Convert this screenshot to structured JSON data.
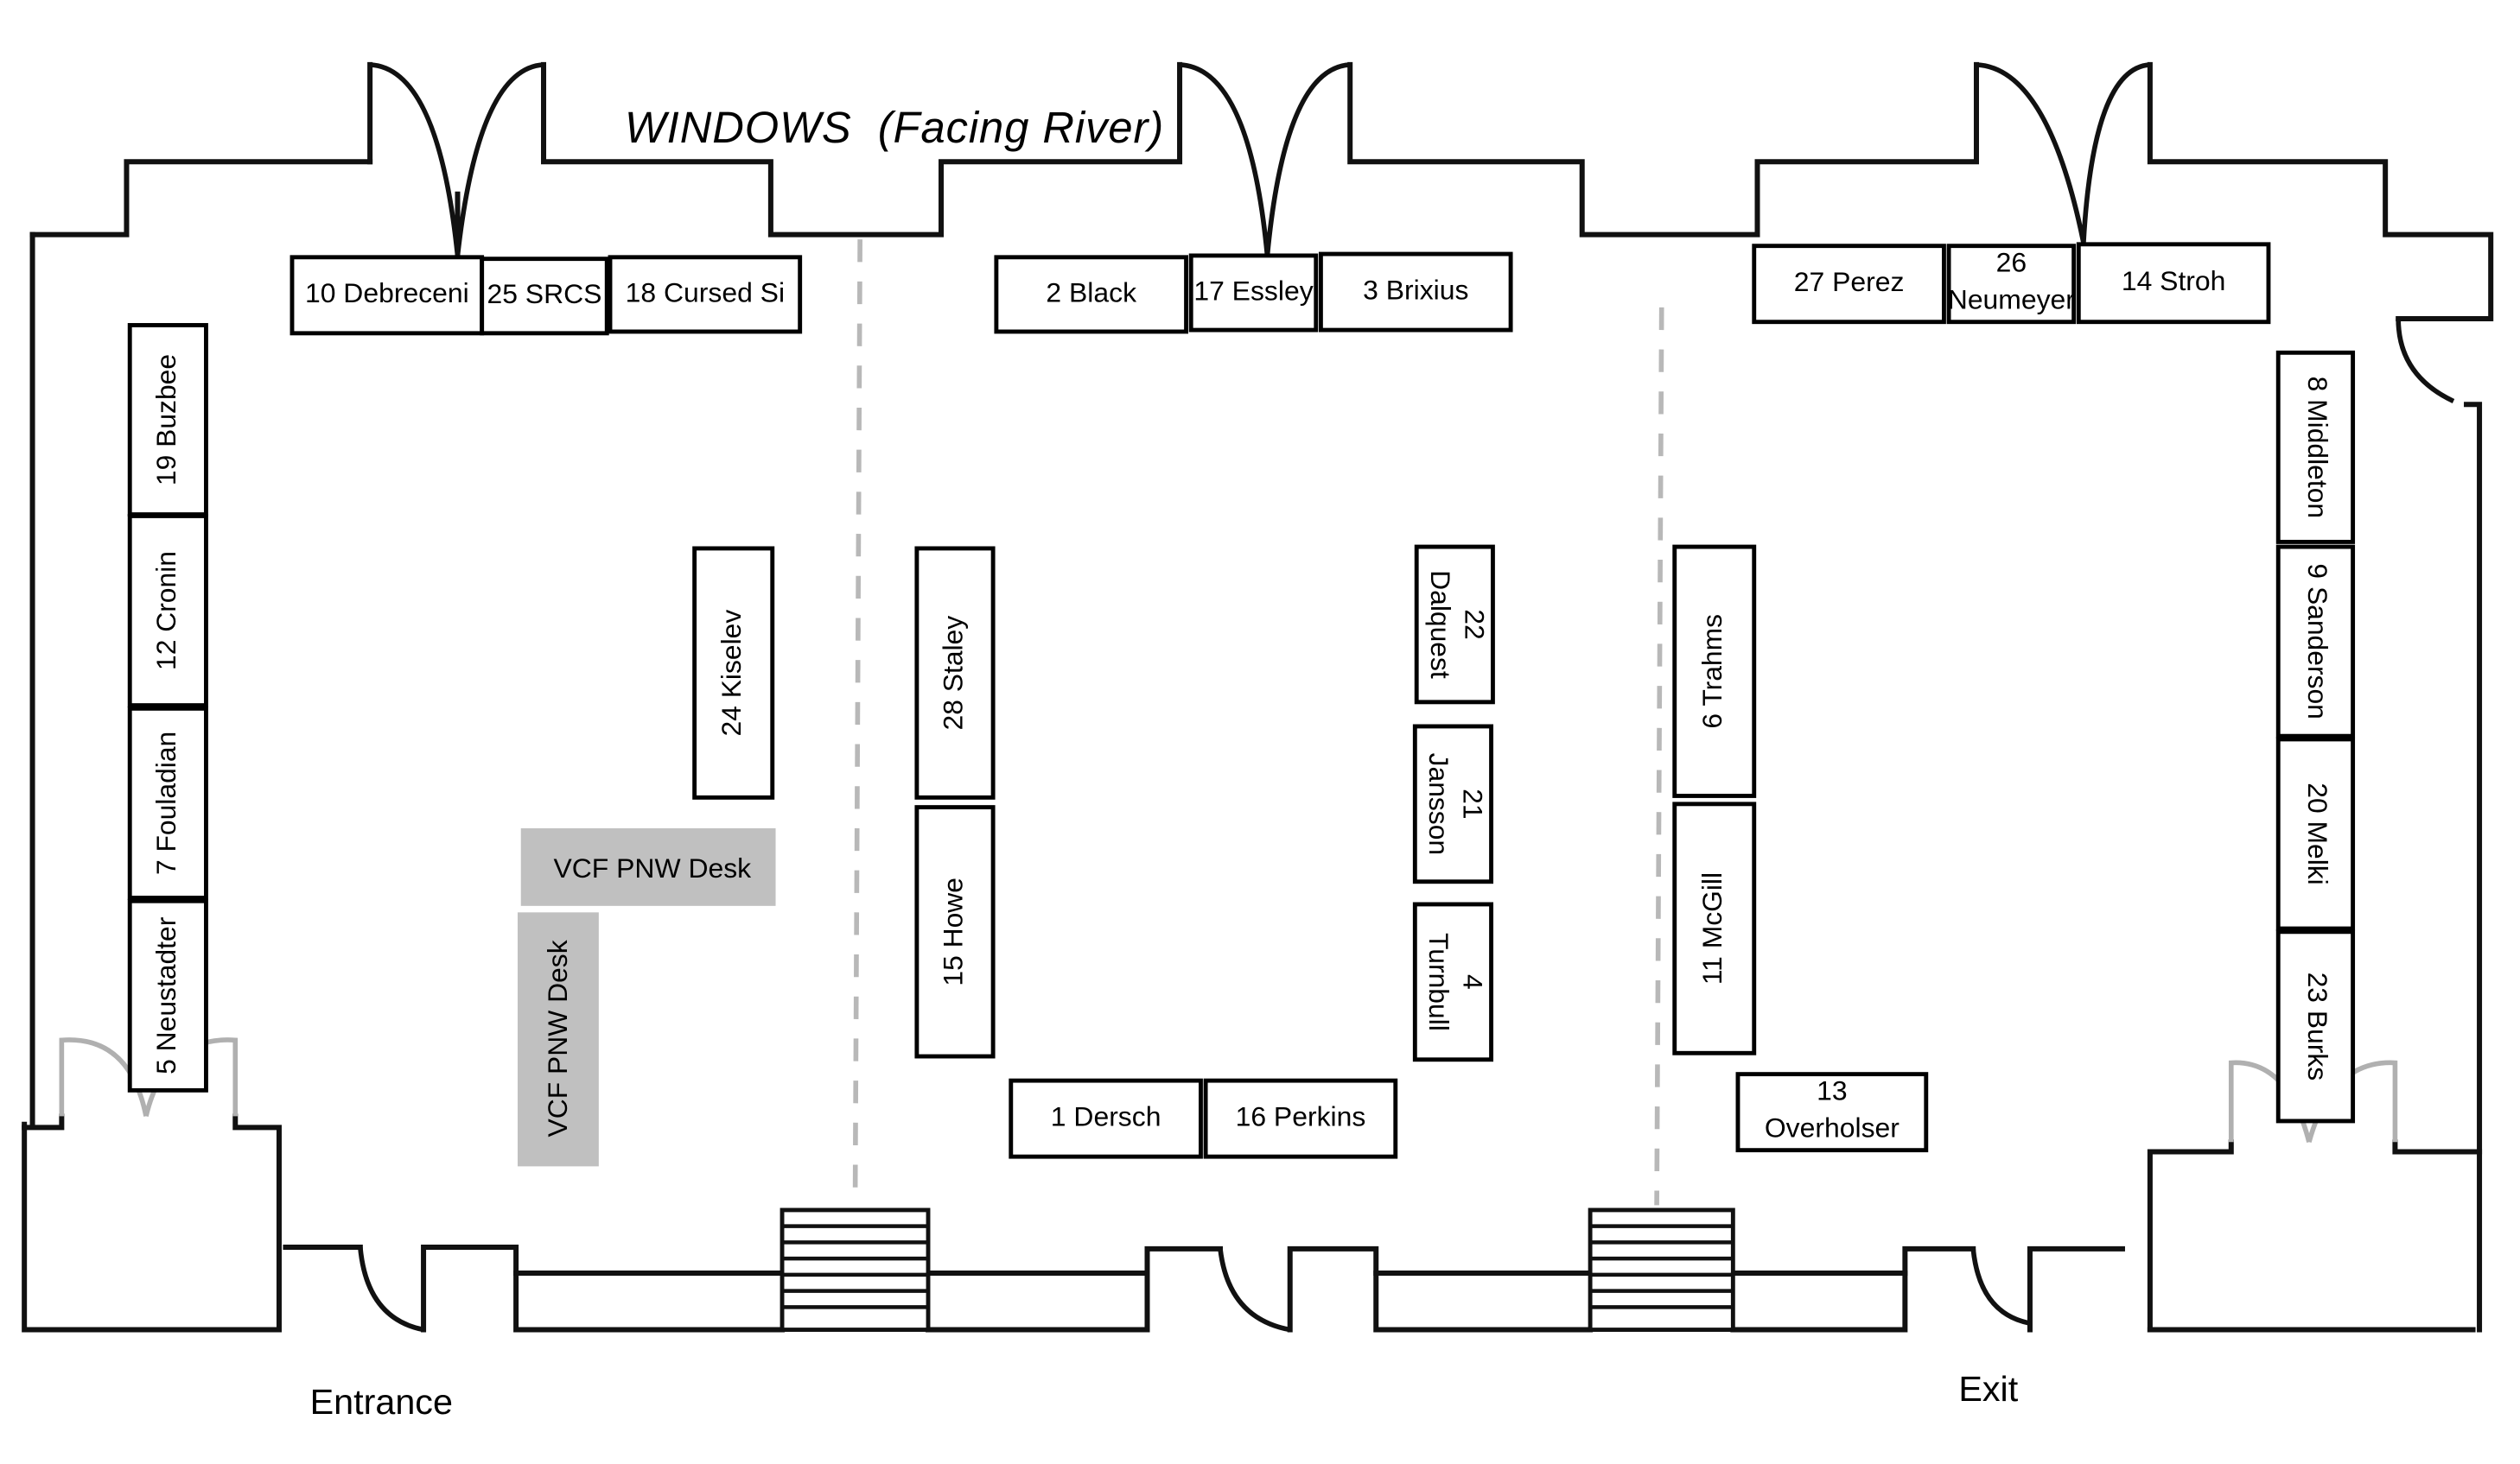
{
  "header": {
    "windows_label": "WINDOWS  (Facing River)"
  },
  "footer": {
    "entrance_label": "Entrance",
    "exit_label": "Exit"
  },
  "tables": [
    {
      "number": "10",
      "name": "Debreceni",
      "label": "10 Debreceni",
      "group": "top-left",
      "orientation": "horizontal"
    },
    {
      "number": "25",
      "name": "SRCS",
      "label": "25 SRCS",
      "group": "top-left",
      "orientation": "horizontal"
    },
    {
      "number": "18",
      "name": "Cursed Si",
      "label": "18 Cursed Si",
      "group": "top-left",
      "orientation": "horizontal"
    },
    {
      "number": "2",
      "name": "Black",
      "label": "2 Black",
      "group": "top-center",
      "orientation": "horizontal"
    },
    {
      "number": "17",
      "name": "Essley",
      "label": "17 Essley",
      "group": "top-center",
      "orientation": "horizontal"
    },
    {
      "number": "3",
      "name": "Brixius",
      "label": "3 Brixius",
      "group": "top-center",
      "orientation": "horizontal"
    },
    {
      "number": "27",
      "name": "Perez",
      "label": "27 Perez",
      "group": "top-right",
      "orientation": "horizontal"
    },
    {
      "number": "26",
      "name": "Neumeyer",
      "label": "26 Neumeyer",
      "group": "top-right",
      "orientation": "horizontal"
    },
    {
      "number": "14",
      "name": "Stroh",
      "label": "14 Stroh",
      "group": "top-right",
      "orientation": "horizontal"
    },
    {
      "number": "19",
      "name": "Buzbee",
      "label": "19 Buzbee",
      "group": "left-wall",
      "orientation": "vertical-up"
    },
    {
      "number": "12",
      "name": "Cronin",
      "label": "12 Cronin",
      "group": "left-wall",
      "orientation": "vertical-up"
    },
    {
      "number": "7",
      "name": "Fouladian",
      "label": "7 Fouladian",
      "group": "left-wall",
      "orientation": "vertical-up"
    },
    {
      "number": "5",
      "name": "Neustadter",
      "label": "5 Neustadter",
      "group": "left-wall",
      "orientation": "vertical-up"
    },
    {
      "number": "24",
      "name": "Kiselev",
      "label": "24 Kiselev",
      "group": "left-room",
      "orientation": "vertical-up"
    },
    {
      "number": "28",
      "name": "Staley",
      "label": "28 Staley",
      "group": "center-left",
      "orientation": "vertical-up"
    },
    {
      "number": "15",
      "name": "Howe",
      "label": "15 Howe",
      "group": "center-left",
      "orientation": "vertical-up"
    },
    {
      "number": "22",
      "name": "Dalquest",
      "label": "22 Dalquest",
      "group": "center-right",
      "orientation": "vertical-down"
    },
    {
      "number": "21",
      "name": "Jansson",
      "label": "21 Jansson",
      "group": "center-right",
      "orientation": "vertical-down"
    },
    {
      "number": "4",
      "name": "Turnbull",
      "label": "4 Turnbull",
      "group": "center-right",
      "orientation": "vertical-down"
    },
    {
      "number": "1",
      "name": "Dersch",
      "label": "1 Dersch",
      "group": "center-bottom",
      "orientation": "horizontal"
    },
    {
      "number": "16",
      "name": "Perkins",
      "label": "16 Perkins",
      "group": "center-bottom",
      "orientation": "horizontal"
    },
    {
      "number": "6",
      "name": "Trahms",
      "label": "6 Trahms",
      "group": "right-room",
      "orientation": "vertical-up"
    },
    {
      "number": "11",
      "name": "McGill",
      "label": "11 McGill",
      "group": "right-room",
      "orientation": "vertical-up"
    },
    {
      "number": "13",
      "name": "Overholser",
      "label": "13 Overholser",
      "group": "right-room",
      "orientation": "horizontal"
    },
    {
      "number": "8",
      "name": "Middleton",
      "label": "8 Middleton",
      "group": "right-wall",
      "orientation": "vertical-down"
    },
    {
      "number": "9",
      "name": "Sanderson",
      "label": "9 Sanderson",
      "group": "right-wall",
      "orientation": "vertical-down"
    },
    {
      "number": "20",
      "name": "Melki",
      "label": "20 Melki",
      "group": "right-wall",
      "orientation": "vertical-down"
    },
    {
      "number": "23",
      "name": "Burks",
      "label": "23 Burks",
      "group": "right-wall",
      "orientation": "vertical-down"
    }
  ],
  "desks": [
    {
      "label": "VCF PNW Desk",
      "orientation": "horizontal"
    },
    {
      "label": "VCF PNW Desk",
      "orientation": "vertical-up"
    }
  ],
  "colors": {
    "wall": "#111111",
    "desk_fill": "#c0c0c0",
    "divider": "#b8b8b8",
    "grey_door": "#b0b0b0"
  }
}
